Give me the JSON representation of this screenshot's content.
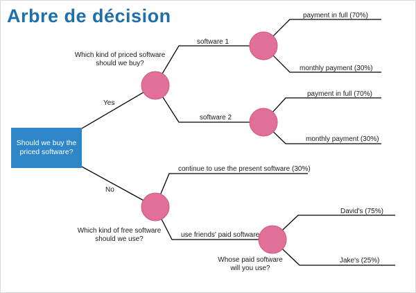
{
  "title": "Arbre de décision",
  "colors": {
    "title": "#1f6fa8",
    "root_fill": "#2e86c8",
    "node_fill": "#e07097"
  },
  "root": {
    "lines": [
      "Should we buy the",
      "priced software?"
    ]
  },
  "edges": {
    "yes": "Yes",
    "no": "No"
  },
  "questions": {
    "priced": [
      "Which kind of priced software",
      "should we buy?"
    ],
    "free": [
      "Which kind of free software",
      "should we use?"
    ],
    "whose": [
      "Whose paid software",
      "will you use?"
    ]
  },
  "branches": {
    "software1": "software 1",
    "software2": "software 2",
    "continue": "continue to use the present software (30%)",
    "friends": "use friends' paid software"
  },
  "outcomes": {
    "s1_full": "payment in full (70%)",
    "s1_monthly": "monthly payment (30%)",
    "s2_full": "payment in full (70%)",
    "s2_monthly": "monthly payment (30%)",
    "david": "David's (75%)",
    "jake": "Jake's (25%)"
  }
}
